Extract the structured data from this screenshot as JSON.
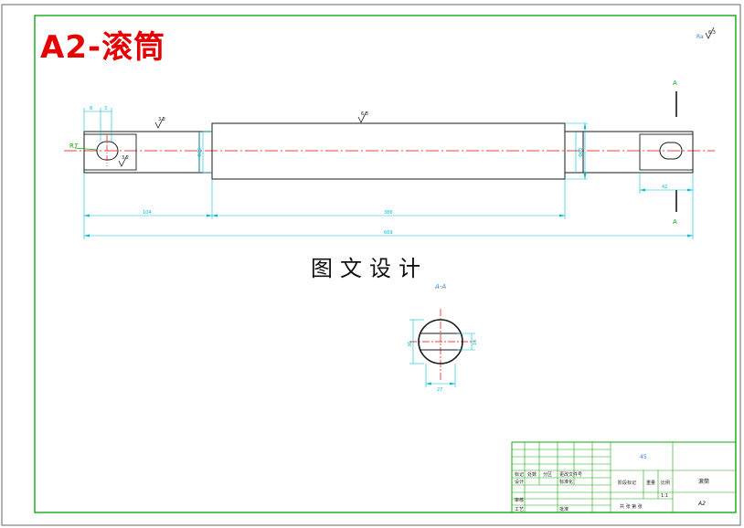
{
  "title": "A2-滚筒",
  "watermark": "图文设计",
  "section_label": "A-A",
  "cut_label_top": "A",
  "cut_label_bottom": "A",
  "roughness_global": "Ra",
  "roughness_value": "6.3",
  "shaft_roughness": "6.3",
  "left_roughness": "3.2",
  "left_hole_roughness": "3.2",
  "left_radius": "R7",
  "dims": {
    "d_left_1": "8",
    "d_left_2": "3",
    "d_small_dia": "Φ25",
    "d_big_dia": "Φ60",
    "d_right_slot": "42",
    "d_left_len": "104",
    "d_drum_len": "386",
    "d_total_len": "669",
    "d_section_w": "27",
    "d_section_h": "36",
    "d_section_key": "15"
  },
  "titleblock": {
    "material": "45",
    "header_row": [
      "标记",
      "处数",
      "分区",
      "更改文件号"
    ],
    "design_row": [
      "设计",
      "",
      "",
      "标准化"
    ],
    "audit_label": "审核",
    "process_label": "工艺",
    "approve_label": "批准",
    "stage_label": "阶段标记",
    "weight_label": "重量",
    "scale_label": "比例",
    "scale_value": "1:1",
    "part_name": "滚筒",
    "sheet_text": "共 张 第 张",
    "drawing_no": "A2"
  },
  "colors": {
    "frame": "#12a912",
    "outline": "#1a1a1a",
    "dimension": "#00bcd4",
    "centerline": "#e60000",
    "title": "#e60000"
  }
}
